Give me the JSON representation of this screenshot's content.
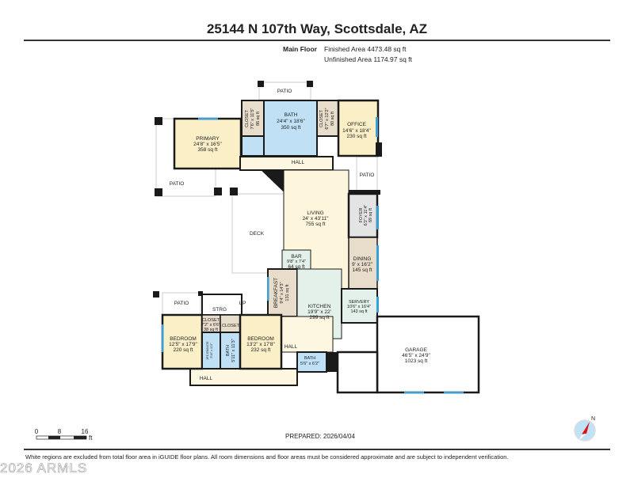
{
  "title": "25144 N 107th Way, Scottsdale, AZ",
  "floor": {
    "name": "Main Floor",
    "finished_area": "Finished Area 4473.48 sq ft",
    "unfinished_area": "Unfinished Area 1174.97 sq ft"
  },
  "rooms": {
    "patio_top": {
      "name": "PATIO"
    },
    "closet1": {
      "name": "CLOSET",
      "dims": "7'6\" x 11'5\"",
      "area": "86 sq ft"
    },
    "bath_main": {
      "name": "BATH",
      "dims": "24'4\" x 18'6\"",
      "area": "350 sq ft"
    },
    "closet2": {
      "name": "CLOSET",
      "dims": "6'7\" x 12'2\"",
      "area": "80 sq ft"
    },
    "office": {
      "name": "OFFICE",
      "dims": "14'6\" x 18'4\"",
      "area": "230 sq ft"
    },
    "primary": {
      "name": "PRIMARY",
      "dims": "24'8\" x 16'5\"",
      "area": "358 sq ft"
    },
    "hall_top": {
      "name": "HALL"
    },
    "patio_left": {
      "name": "PATIO"
    },
    "patio_right": {
      "name": "PATIO"
    },
    "living": {
      "name": "LIVING",
      "dims": "24' x 43'11\"",
      "area": "755 sq ft"
    },
    "foyer": {
      "name": "FOYER",
      "dims": "6'2\" x 11'4\"",
      "area": "69 sq ft"
    },
    "deck": {
      "name": "DECK"
    },
    "bar": {
      "name": "BAR",
      "dims": "9'8\" x 7'4\"",
      "area": "64 sq ft"
    },
    "dining": {
      "name": "DINING",
      "dims": "9' x 16'2\"",
      "area": "145 sq ft"
    },
    "breakfast": {
      "name": "BREAKFAST",
      "dims": "9'4\" x 14'3\"",
      "area": "131 sq ft"
    },
    "kitchen": {
      "name": "KITCHEN",
      "dims": "19'9\" x 22'",
      "area": "299 sq ft"
    },
    "servery": {
      "name": "SERVERY",
      "dims": "10'6\" x 16'4\"",
      "area": "143 sq ft"
    },
    "garage": {
      "name": "GARAGE",
      "dims": "46'5\" x 24'9\"",
      "area": "1023 sq ft"
    },
    "patio_bottom": {
      "name": "PATIO"
    },
    "strg": {
      "name": "STRG"
    },
    "up": {
      "name": "UP"
    },
    "bedroom1": {
      "name": "BEDROOM",
      "dims": "12'5\" x 17'9\"",
      "area": "220 sq ft"
    },
    "closet3": {
      "name": "CLOSET",
      "dims": "7'2\" x 6'6\"",
      "area": "38 sq ft"
    },
    "closet4": {
      "name": "CLOSET"
    },
    "ensuite": {
      "name": "3PC ENSUITE",
      "dims": "5'10\" x 11'2\""
    },
    "bath2": {
      "name": "BATH",
      "dims": "5'11\" x 11'3\""
    },
    "bedroom2": {
      "name": "BEDROOM",
      "dims": "13'2\" x 17'8\"",
      "area": "232 sq ft"
    },
    "hall_mid": {
      "name": "HALL"
    },
    "bath3": {
      "name": "BATH",
      "dims": "5'6\" x 6'2\""
    },
    "hall_bottom": {
      "name": "HALL"
    }
  },
  "scale": {
    "ticks": [
      "0",
      "8",
      "16"
    ],
    "unit": "ft"
  },
  "compass": {
    "label": "N"
  },
  "prepared": "PREPARED: 2026/04/04",
  "disclaimer": "White regions are excluded from total floor area in iGUIDE floor plans. All room dimensions and floor areas must be considered approximate and are subject to independent verification.",
  "watermark": "2026 ARMLS",
  "colors": {
    "bedroom": "#fbefc8",
    "bath": "#bfe0f5",
    "closet": "#e8dccb",
    "kitchen": "#e3f1ea",
    "hall": "#fdf6e0",
    "foyer": "#e4e4e4",
    "wall": "#1a1a1a",
    "window": "#3a9fd8"
  }
}
